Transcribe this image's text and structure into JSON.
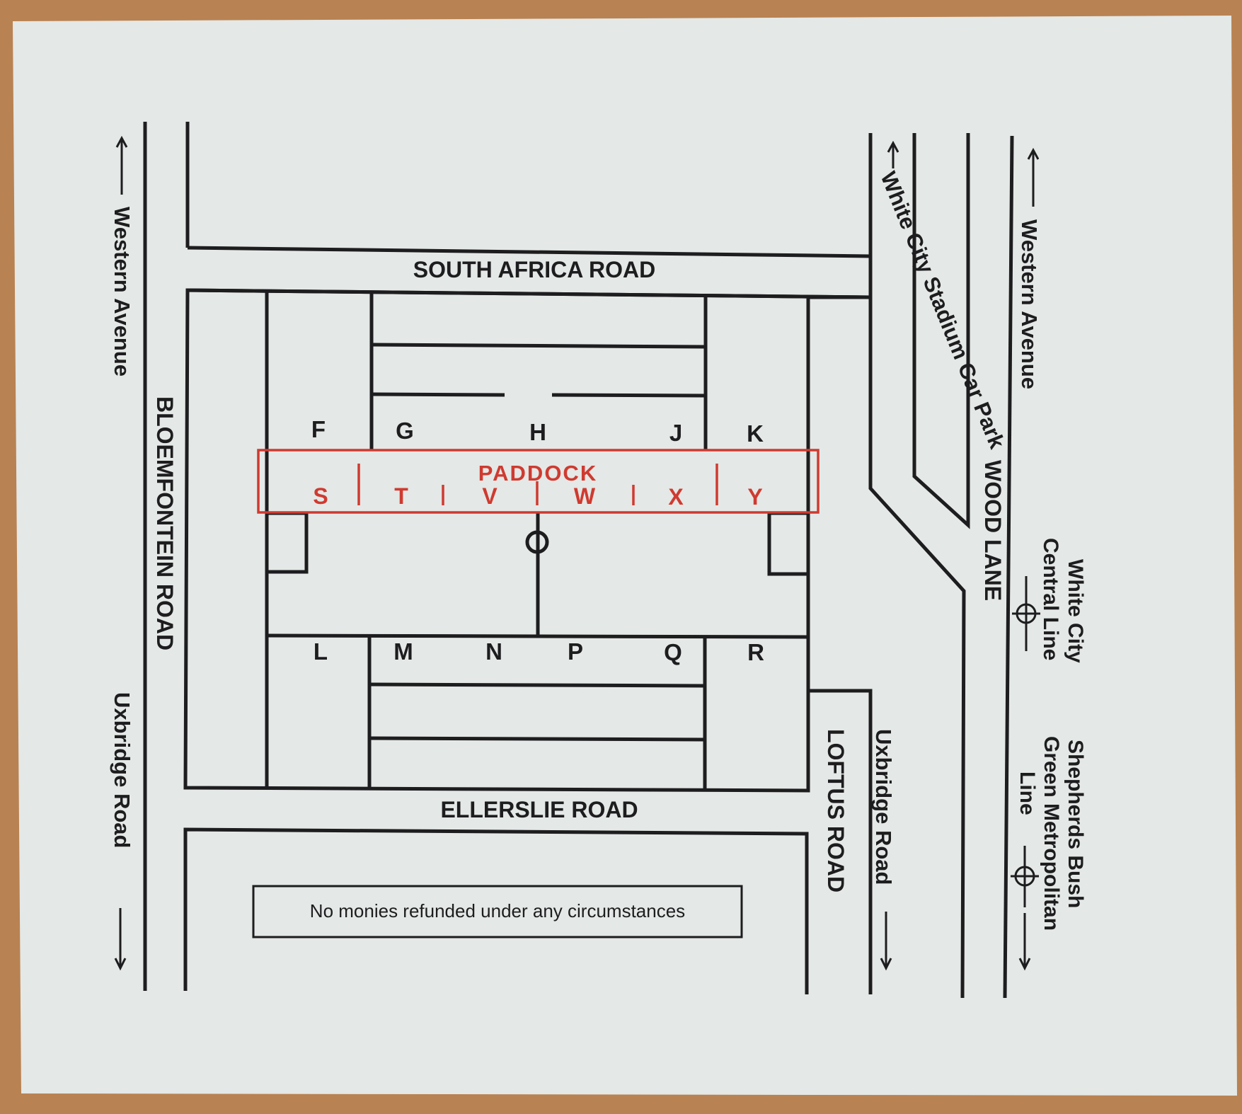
{
  "roads": {
    "south_africa": "SOUTH AFRICA ROAD",
    "ellerslie": "ELLERSLIE ROAD",
    "bloemfontein": "BLOEMFONTEIN ROAD",
    "loftus": "LOFTUS ROAD",
    "wood_lane": "WOOD LANE"
  },
  "directions": {
    "western_left": "Western Avenue",
    "uxbridge_left": "Uxbridge Road",
    "car_park": "White City Stadium Car Park",
    "uxbridge_right": "Uxbridge Road",
    "western_right": "Western Avenue"
  },
  "tube": {
    "white_city_1": "White City",
    "white_city_2": "Central Line",
    "shepherds_1": "Shepherds Bush",
    "shepherds_2": "Green Metropolitan",
    "shepherds_3": "Line"
  },
  "stands_north": [
    "F",
    "G",
    "H",
    "J",
    "K"
  ],
  "stands_south": [
    "L",
    "M",
    "N",
    "P",
    "Q",
    "R"
  ],
  "paddock": {
    "title": "PADDOCK",
    "sections": [
      "S",
      "T",
      "V",
      "W",
      "X",
      "Y"
    ]
  },
  "notice": "No monies refunded under any circumstances",
  "colors": {
    "paper": "#e4e8e6",
    "ink": "#1d1d1f",
    "accent": "#cf3a30",
    "table": "#b98252"
  }
}
